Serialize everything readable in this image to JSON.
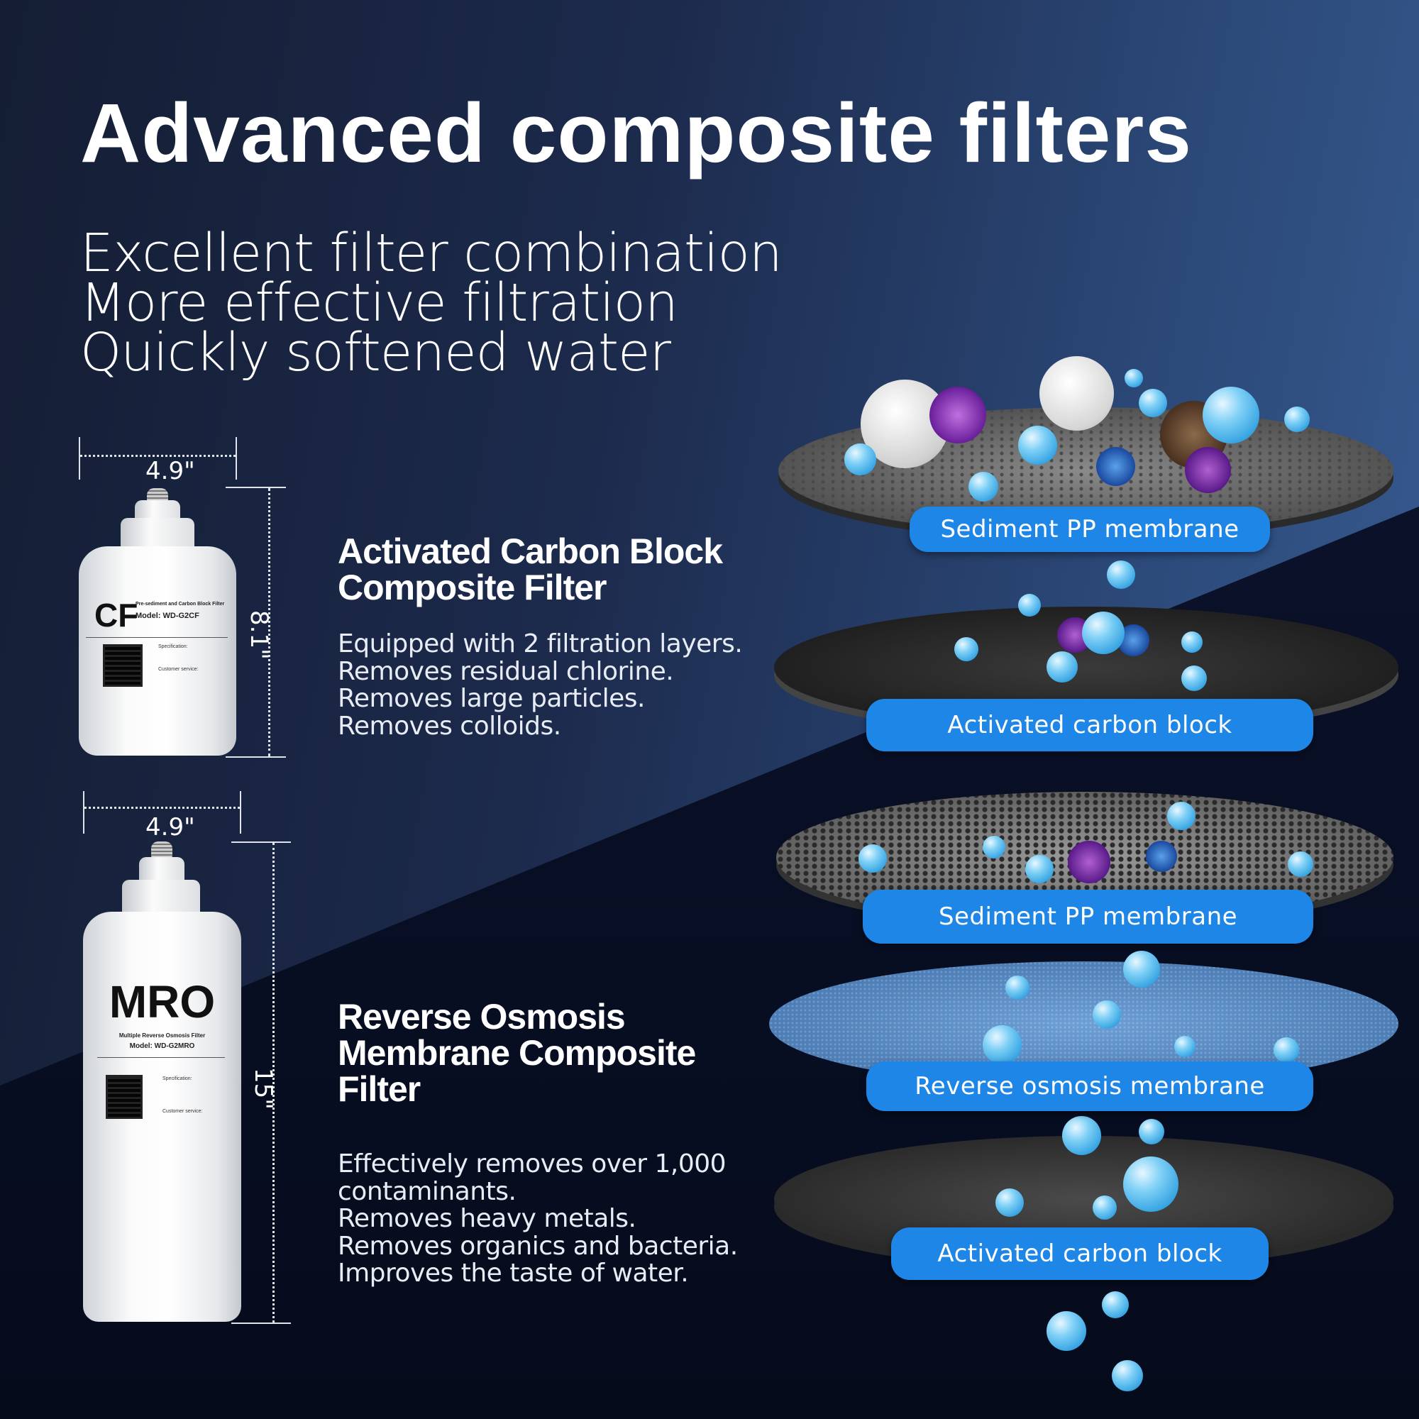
{
  "title": "Advanced composite filters",
  "subtitle": [
    "Excellent filter combination",
    "More effective filtration",
    "Quickly softened water"
  ],
  "filters": [
    {
      "code": "CF",
      "name_on_label": "Pre-sediment and Carbon Block Filter",
      "model": "Model: WD-G2CF",
      "spec_label": "Specification:",
      "service_label": "Customer service:",
      "width": "4.9\"",
      "height": "8.1\"",
      "heading": [
        "Activated Carbon Block",
        "Composite Filter"
      ],
      "features": [
        "Equipped with 2 filtration layers.",
        "Removes residual chlorine.",
        "Removes large particles.",
        "Removes colloids."
      ]
    },
    {
      "code": "MRO",
      "name_on_label": "Multiple Reverse Osmosis Filter",
      "model": "Model: WD-G2MRO",
      "spec_label": "Specification:",
      "service_label": "Customer service:",
      "width": "4.9\"",
      "height": "15\"",
      "heading": [
        "Reverse Osmosis",
        "Membrane Composite",
        "Filter"
      ],
      "features": [
        "Effectively removes over 1,000",
        "contaminants.",
        "Removes heavy metals.",
        "Removes organics and bacteria.",
        "Improves the taste of water."
      ]
    }
  ],
  "layers": [
    "Sediment PP membrane",
    "Activated carbon block",
    "Sediment PP membrane",
    "Reverse osmosis membrane",
    "Activated carbon block"
  ],
  "colors": {
    "accent": "#1e86e6",
    "background": "#0a1024"
  }
}
